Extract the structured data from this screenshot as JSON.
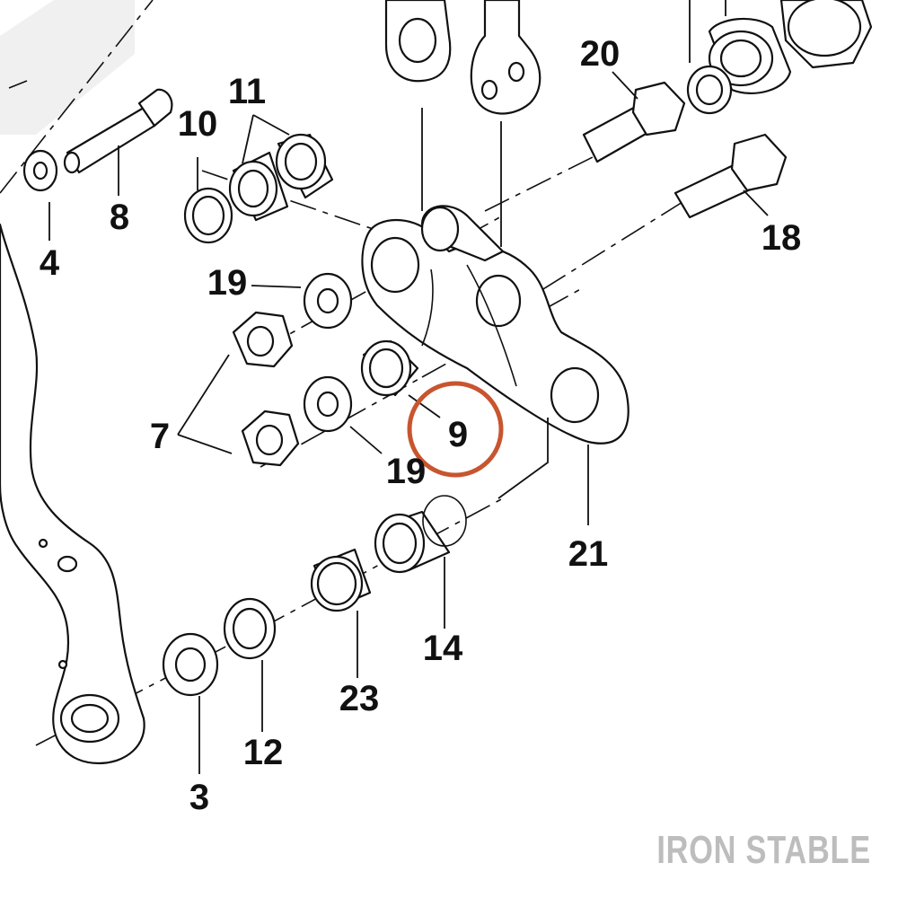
{
  "diagram": {
    "callouts": {
      "p3": "3",
      "p4": "4",
      "p7": "7",
      "p8": "8",
      "p9": "9",
      "p10": "10",
      "p11": "11",
      "p12": "12",
      "p14": "14",
      "p18": "18",
      "p19a": "19",
      "p19b": "19",
      "p20": "20",
      "p21": "21",
      "p23": "23"
    },
    "highlighted_part": "9"
  },
  "brand": {
    "name": "IRON STABLE"
  },
  "colors": {
    "highlight": "#c8552f",
    "line": "#111111",
    "watermark": "#f0f0f0",
    "brand_text": "#bdbdbd"
  }
}
